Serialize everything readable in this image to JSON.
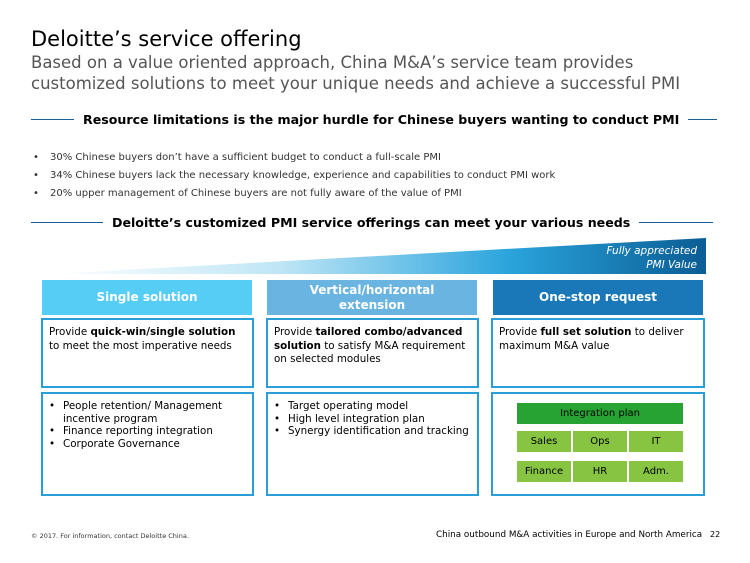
{
  "header": {
    "title": "Deloitte’s service offering",
    "subtitle": "Based on a value oriented approach, China M&A’s service team provides customized solutions to meet your unique needs and achieve a successful PMI"
  },
  "section1": {
    "heading": "Resource limitations is the major hurdle for Chinese buyers wanting to conduct PMI",
    "bullets": [
      "30% Chinese buyers don’t have a sufficient budget to conduct a full-scale PMI",
      "34% Chinese buyers lack the necessary knowledge, experience and capabilities to conduct PMI work",
      "20% upper management of Chinese buyers are not fully aware of the value of PMI"
    ]
  },
  "section2": {
    "heading": "Deloitte’s customized PMI service offerings can meet your various needs",
    "wedge_label_line1": "Fully appreciated",
    "wedge_label_line2": "PMI Value"
  },
  "columns": [
    {
      "title": "Single solution",
      "color": "#55cdf5",
      "desc_pre": "Provide ",
      "desc_bold": "quick-win/single solution",
      "desc_post": " to meet the most imperative needs",
      "items": [
        "People retention/ Management incentive program",
        "Finance reporting integration",
        "Corporate Governance"
      ]
    },
    {
      "title": "Vertical/horizontal extension",
      "color": "#6ab4e2",
      "desc_pre": "Provide ",
      "desc_bold": "tailored combo/advanced solution",
      "desc_post": " to satisfy M&A requirement on selected modules",
      "items": [
        "Target operating model",
        "High level integration plan",
        "Synergy identification and tracking"
      ]
    },
    {
      "title": "One-stop request",
      "color": "#1a78b8",
      "desc_pre": "Provide ",
      "desc_bold": "full set solution",
      "desc_post": " to deliver maximum M&A value",
      "integration": {
        "title": "Integration plan",
        "cells": [
          "Sales",
          "Ops",
          "IT",
          "Finance",
          "HR",
          "Adm."
        ],
        "bar_color": "#26a333",
        "cell_color": "#86c441"
      }
    }
  ],
  "footer": {
    "left": "© 2017. For information, contact Deloitte China.",
    "right": "China outbound M&A activities in Europe and North America",
    "page": "22"
  }
}
